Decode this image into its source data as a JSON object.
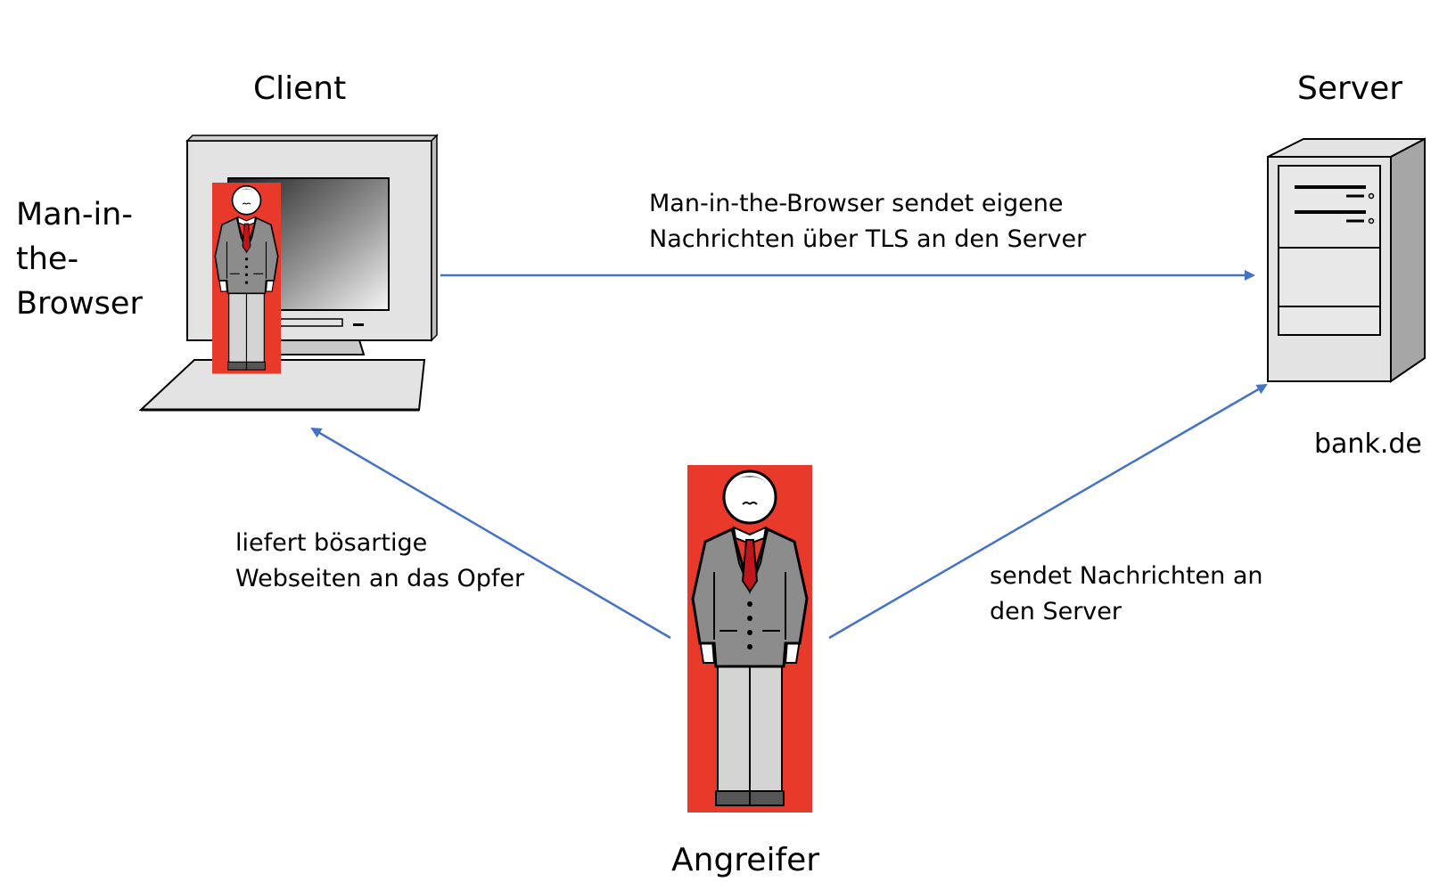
{
  "client": {
    "title": "Client"
  },
  "server": {
    "title": "Server",
    "host": "bank.de"
  },
  "mitb": {
    "label": "Man-in-\nthe-\nBrowser"
  },
  "attacker": {
    "title": "Angreifer"
  },
  "arrows": {
    "mitb_to_server": "Man-in-the-Browser sendet eigene\nNachrichten über TLS an den Server",
    "attacker_to_client": "liefert bösartige\nWebseiten an das Opfer",
    "attacker_to_server": "sendet Nachrichten an\nden Server"
  },
  "colors": {
    "arrow": "#4472C4",
    "person_background": "#E8392A",
    "suit": "#8c8c8c",
    "computer": "#e3e3e3"
  }
}
